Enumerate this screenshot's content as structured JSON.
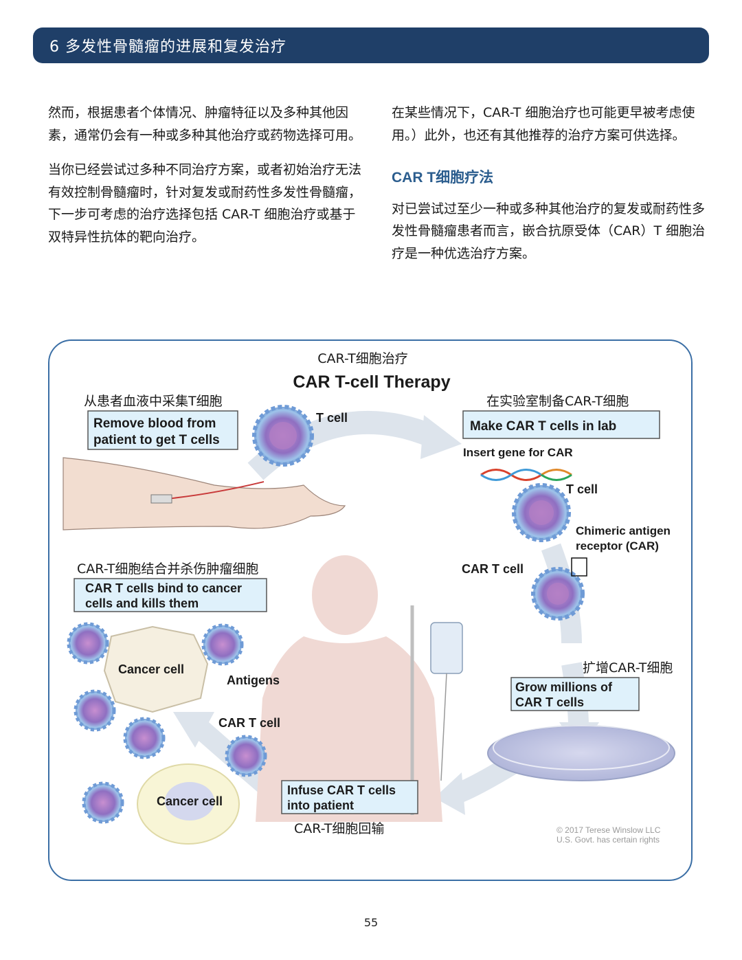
{
  "header": {
    "title": "6 多发性骨髓瘤的进展和复发治疗"
  },
  "left_column": {
    "p1": "然而，根据患者个体情况、肿瘤特征以及多种其他因素，通常仍会有一种或多种其他治疗或药物选择可用。",
    "p2": "当你已经尝试过多种不同治疗方案，或者初始治疗无法有效控制骨髓瘤时，针对复发或耐药性多发性骨髓瘤，下一步可考虑的治疗选择包括 CAR-T 细胞治疗或基于双特异性抗体的靶向治疗。"
  },
  "right_column": {
    "p1": "在某些情况下，CAR-T 细胞治疗也可能更早被考虑使用。）此外，也还有其他推荐的治疗方案可供选择。",
    "heading": "CAR T细胞疗法",
    "p2": "对已尝试过至少一种或多种其他治疗的复发或耐药性多发性骨髓瘤患者而言，嵌合抗原受体（CAR）T 细胞治疗是一种优选治疗方案。"
  },
  "figure": {
    "title_zh": "CAR-T细胞治疗",
    "title_en": "CAR T-cell Therapy",
    "step1_zh": "从患者血液中采集T细胞",
    "step1_en_line1": "Remove blood from",
    "step1_en_line2": "patient to get T cells",
    "tcell_label1": "T cell",
    "step2_zh": "在实验室制备CAR-T细胞",
    "step2_en": "Make CAR T cells in lab",
    "insert_gene": "Insert gene for CAR",
    "tcell_label2": "T cell",
    "chimeric_line1": "Chimeric antigen",
    "chimeric_line2": "receptor (CAR)",
    "cart_label1": "CAR T cell",
    "step3_zh": "扩增CAR-T细胞",
    "step3_en_line1": "Grow millions of",
    "step3_en_line2": "CAR T cells",
    "step4_zh": "CAR-T细胞回输",
    "step4_en_line1": "Infuse CAR T cells",
    "step4_en_line2": "into patient",
    "step5_zh": "CAR-T细胞结合并杀伤肿瘤细胞",
    "step5_en_line1": "CAR T cells bind to cancer",
    "step5_en_line2": "cells and kills them",
    "cancer_cell_1": "Cancer cell",
    "antigens": "Antigens",
    "cart_label2": "CAR T cell",
    "cancer_cell_2": "Cancer cell",
    "copyright_line1": "© 2017 Terese Winslow LLC",
    "copyright_line2": "U.S. Govt. has certain rights"
  },
  "footer": {
    "page_number": "55"
  },
  "colors": {
    "header_bg": "#1f3f68",
    "heading_blue": "#2b5d8e",
    "frame_border": "#3a6ea5",
    "label_box_fill": "#dff1fb"
  }
}
